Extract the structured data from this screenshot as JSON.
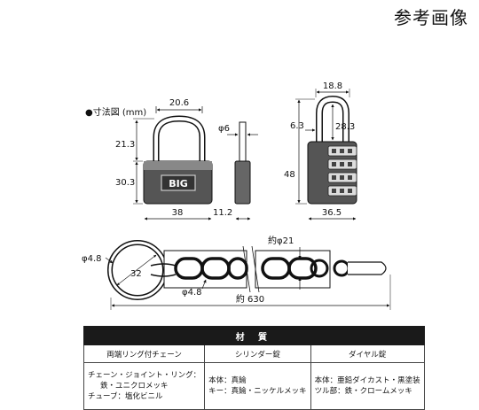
{
  "header": {
    "reference_label": "参考画像"
  },
  "dimensions": {
    "title": "●寸法図 (mm)",
    "padlock_key": {
      "shackle_width": "20.6",
      "shackle_height": "21.3",
      "body_height": "30.3",
      "body_width": "38",
      "shackle_dia": "φ6",
      "depth": "11.2",
      "brand": "BIG"
    },
    "padlock_dial": {
      "top_width": "18.8",
      "shackle_gap": "28.3",
      "shackle_dia": "6.3",
      "height": "48",
      "width": "36.5"
    },
    "chain": {
      "ring_dia": "φ4.8",
      "ring_size": "32",
      "link_width": "約φ21",
      "wire_dia": "φ4.8",
      "length": "約 630"
    }
  },
  "materials": {
    "title": "材 質",
    "columns": [
      "両端リング付チェーン",
      "シリンダー錠",
      "ダイヤル錠"
    ],
    "rows": [
      [
        "チェーン・ジョイント・リング：",
        "鉄・ユニクロメッキ",
        "チューブ：塩化ビニル"
      ],
      [
        "本体：真鍮",
        "キー：真鍮・ニッケルメッキ"
      ],
      [
        "本体：亜鉛ダイカスト・黒塗装",
        "ツル部：鉄・クロームメッキ"
      ]
    ]
  }
}
